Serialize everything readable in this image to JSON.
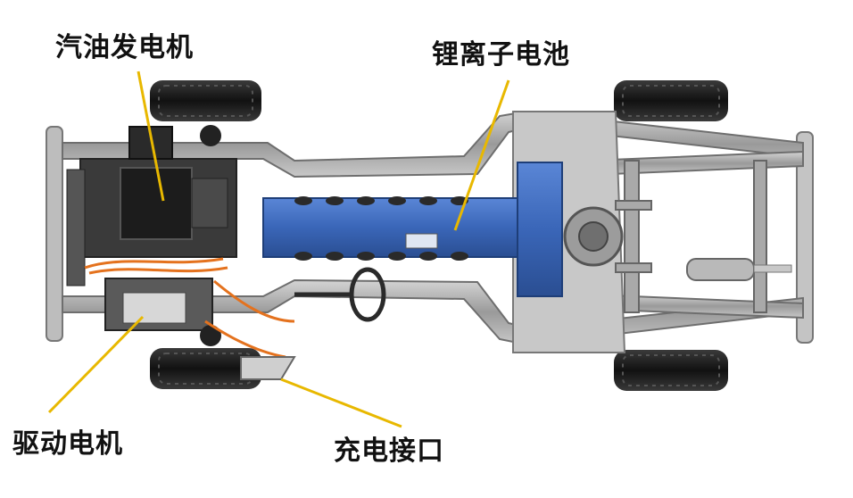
{
  "labels": {
    "gas_generator": "汽油发电机",
    "li_battery": "锂离子电池",
    "drive_motor": "驱动电机",
    "charging_port": "充电接口"
  },
  "colors": {
    "leader_line": "#e8b800",
    "battery": "#3a66b8",
    "frame": "#8f8f8f",
    "tire": "#1e1e1e",
    "label_text": "#111111"
  }
}
